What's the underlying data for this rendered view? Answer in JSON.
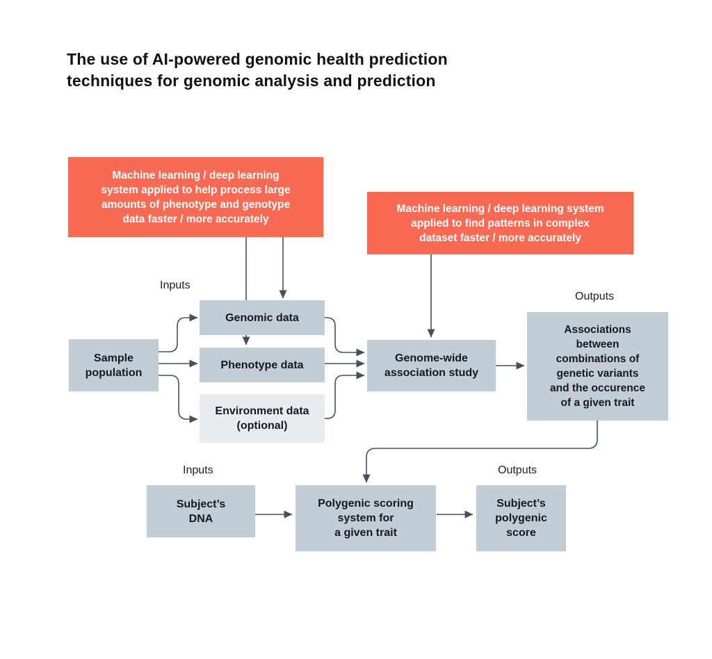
{
  "title": "The use of AI-powered genomic health prediction\ntechniques for genomic analysis and prediction",
  "annotations": {
    "ml_process": "Machine learning / deep learning\nsystem applied to help process large\namounts of phenotype and genotype\ndata faster / more accurately",
    "ml_patterns": "Machine learning / deep learning system\napplied to find patterns in complex\ndataset faster / more accurately"
  },
  "labels": {
    "inputs_top": "Inputs",
    "outputs_top": "Outputs",
    "inputs_bottom": "Inputs",
    "outputs_bottom": "Outputs"
  },
  "nodes": {
    "sample_population": "Sample\npopulation",
    "genomic_data": "Genomic data",
    "phenotype_data": "Phenotype data",
    "environment_data": "Environment data\n(optional)",
    "gwas": "Genome-wide\nassociation study",
    "associations": "Associations\nbetween\ncombinations of\ngenetic variants\nand the occurence\nof a given trait",
    "subject_dna": "Subject’s\nDNA",
    "polygenic_system": "Polygenic scoring\nsystem for\na given trait",
    "polygenic_score": "Subject’s\npolygenic\nscore"
  },
  "colors": {
    "accent_red": "#F96A55",
    "node_fill": "#C3CDD6",
    "node_fill_light": "#E8ECEF",
    "connector": "#46505C",
    "text_dark": "#16191D",
    "text_light": "#FFFFFF",
    "title_color": "#111111"
  }
}
